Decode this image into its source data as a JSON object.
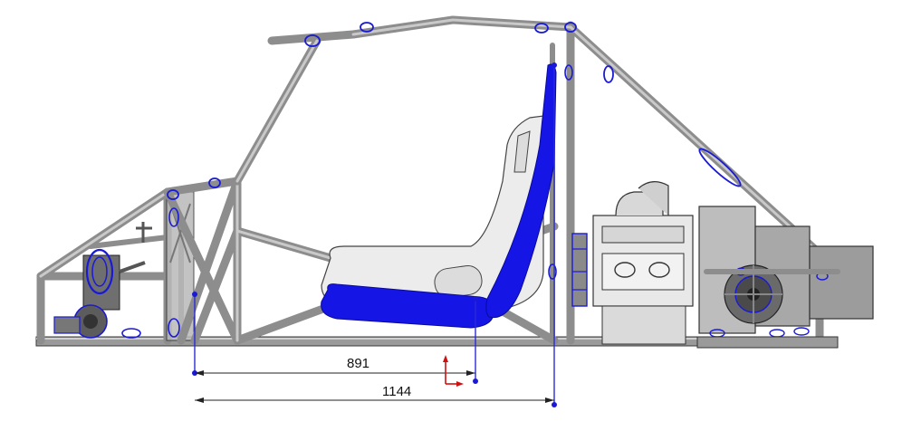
{
  "dimensions": [
    {
      "label": "891",
      "from": "front-bulkhead-point",
      "to": "seat-point"
    },
    {
      "label": "1144",
      "from": "front-bulkhead-point",
      "to": "main-hoop-point"
    }
  ],
  "colors": {
    "frame_tube": "#8d8d8d",
    "highlight": "#1a1ad6",
    "seat_shell": "#e8e8e8",
    "dimension_line": "#222222",
    "axis_x": "#d01010",
    "axis_y": "#d01010"
  },
  "components": [
    "chassis-frame",
    "seat",
    "engine",
    "gearbox",
    "front-suspension",
    "axis-triad"
  ]
}
